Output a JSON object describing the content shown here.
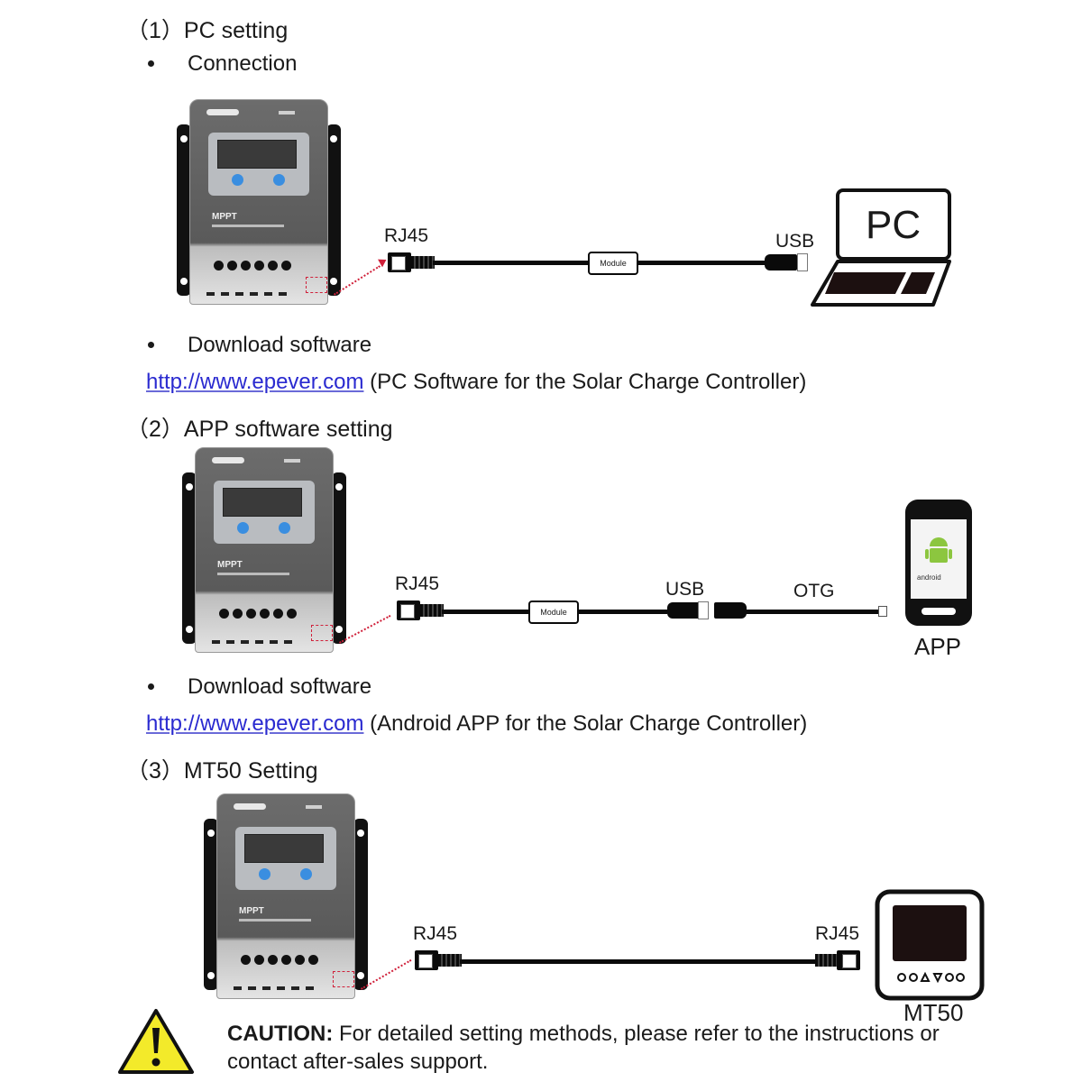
{
  "sections": [
    {
      "heading": "（1）PC setting",
      "bullets": [
        "Connection",
        "Download software"
      ],
      "link": "http://www.epever.com",
      "link_desc": " (PC Software for the Solar Charge Controller)",
      "diagram": {
        "left_connector": "RJ45",
        "module": "Module",
        "right_connector": "USB",
        "target": "PC"
      }
    },
    {
      "heading": "（2）APP software setting",
      "bullets": [
        "Download software"
      ],
      "link": "http://www.epever.com",
      "link_desc": " (Android APP for the Solar Charge Controller)",
      "diagram": {
        "left_connector": "RJ45",
        "module": "Module",
        "mid_connector": "USB",
        "otg": "OTG",
        "target": "APP",
        "phone_screen_text": "android"
      }
    },
    {
      "heading": "（3）MT50 Setting",
      "diagram": {
        "left_connector": "RJ45",
        "right_connector": "RJ45",
        "target": "MT50"
      }
    }
  ],
  "device": {
    "model_text": "MPPT"
  },
  "caution": {
    "label": "CAUTION:",
    "text": " For detailed setting methods, please refer to the instructions or",
    "text2": "contact after-sales support."
  },
  "colors": {
    "link": "#2a2ad0",
    "arrow": "#d0203a",
    "warning": "#f3ea2a",
    "button": "#3a8ee0"
  }
}
